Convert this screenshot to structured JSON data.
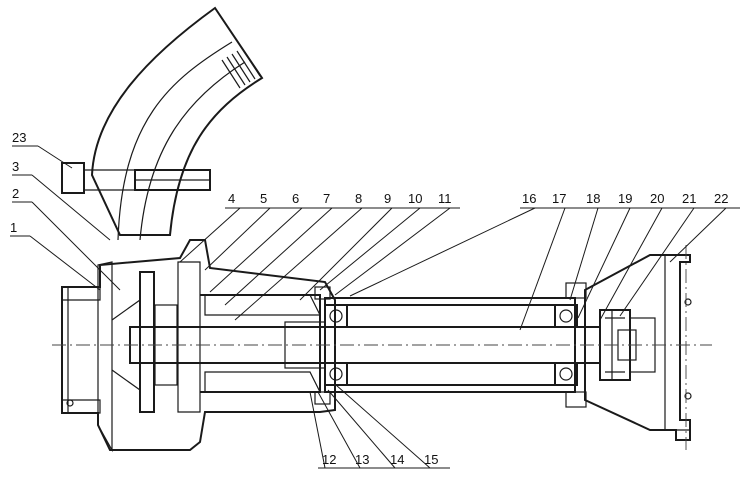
{
  "diagram": {
    "callouts_top": [
      "23",
      "3",
      "2",
      "1",
      "4",
      "5",
      "6",
      "7",
      "8",
      "9",
      "10",
      "11",
      "16",
      "17",
      "18",
      "19",
      "20",
      "21",
      "22"
    ],
    "callouts_bottom": [
      "12",
      "13",
      "14",
      "15"
    ]
  }
}
